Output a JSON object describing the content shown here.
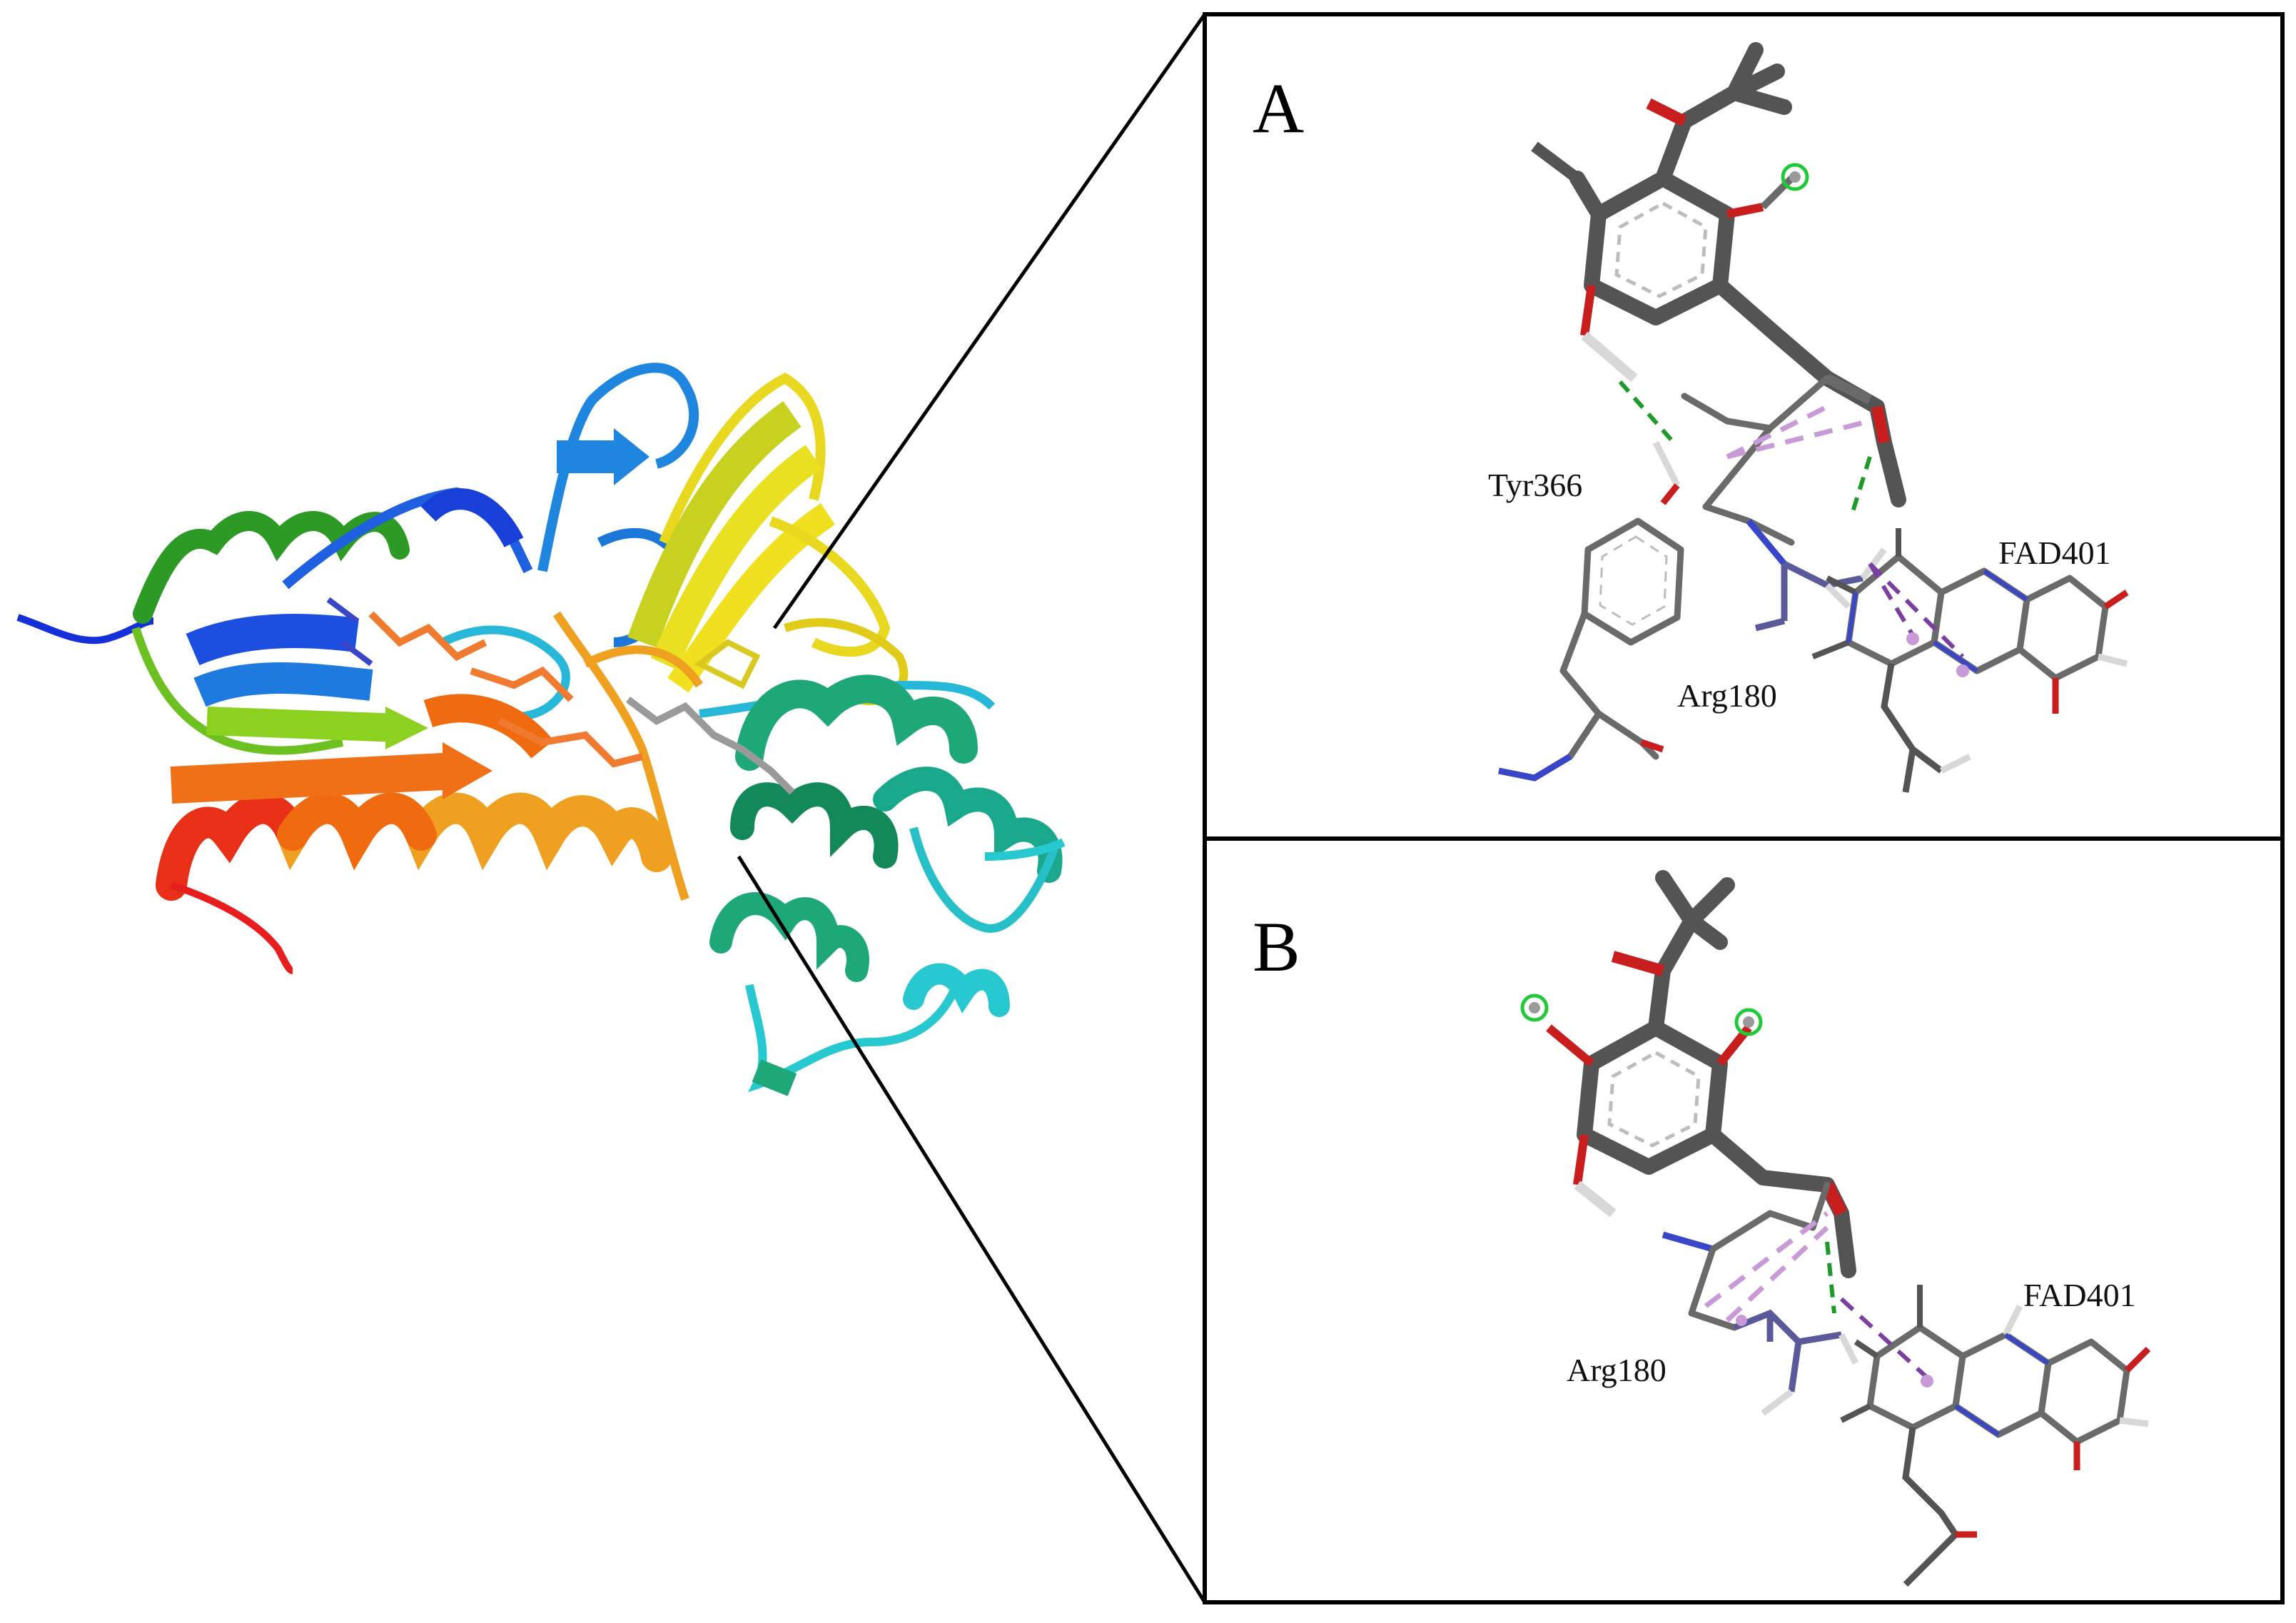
{
  "colors": {
    "carbon": "#545454",
    "oxygen": "#c81e1e",
    "nitrogen": "#3a46c8",
    "hydrogen": "#d8d8d8",
    "h_bond": "#1f9a2a",
    "pi_interaction": "#c89ad8",
    "halogen_marker": "#21c83a",
    "ribbon_gradient": [
      "#1530d8",
      "#1f78e0",
      "#27b7d8",
      "#1ea878",
      "#2a9a2a",
      "#8cc81e",
      "#e8d820",
      "#f0a020",
      "#f06a10",
      "#e81e1e"
    ]
  },
  "panels": {
    "a": {
      "label": "A",
      "residues": {
        "tyr": "Tyr366",
        "arg": "Arg180",
        "fad": "FAD401"
      }
    },
    "b": {
      "label": "B",
      "residues": {
        "arg": "Arg180",
        "fad": "FAD401"
      }
    }
  }
}
